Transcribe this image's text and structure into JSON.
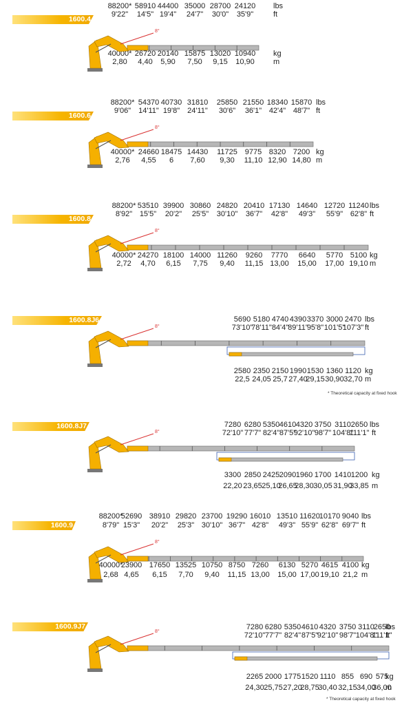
{
  "sections": [
    {
      "model": "1600.4",
      "lbs": [
        "88200*",
        "58910",
        "44400",
        "35000",
        "28700",
        "24120"
      ],
      "ft": [
        "9'22\"",
        "14'5\"",
        "19'4\"",
        "24'7\"",
        "30'0\"",
        "35'9\""
      ],
      "kg": [
        "40000*",
        "26720",
        "20140",
        "15875",
        "13020",
        "10940"
      ],
      "m": [
        "2,80",
        "4,40",
        "5,90",
        "7,50",
        "9,15",
        "10,90"
      ],
      "angle": "8°",
      "units": {
        "lbs": "lbs",
        "ft": "ft",
        "kg": "kg",
        "m": "m"
      }
    },
    {
      "model": "1600.6",
      "lbs": [
        "88200*",
        "54370",
        "40730",
        "31810",
        "25850",
        "21550",
        "18340",
        "15870"
      ],
      "ft": [
        "9'06\"",
        "14'11\"",
        "19'8\"",
        "24'11\"",
        "30'6\"",
        "36'1\"",
        "42'4\"",
        "48'7\""
      ],
      "kg": [
        "40000*",
        "24660",
        "18475",
        "14430",
        "11725",
        "9775",
        "8320",
        "7200"
      ],
      "m": [
        "2,76",
        "4,55",
        "6",
        "7,60",
        "9,30",
        "11,10",
        "12,90",
        "14,80"
      ],
      "angle": "8°",
      "units": {
        "lbs": "lbs",
        "ft": "ft",
        "kg": "kg",
        "m": "m"
      }
    },
    {
      "model": "1600.8",
      "lbs": [
        "88200*",
        "53510",
        "39900",
        "30860",
        "24820",
        "20410",
        "17130",
        "14640",
        "12720",
        "11240"
      ],
      "ft": [
        "8'92\"",
        "15'5\"",
        "20'2\"",
        "25'5\"",
        "30'10\"",
        "36'7\"",
        "42'8\"",
        "49'3\"",
        "55'9\"",
        "62'8\""
      ],
      "kg": [
        "40000*",
        "24270",
        "18100",
        "14000",
        "11260",
        "9260",
        "7770",
        "6640",
        "5770",
        "5100"
      ],
      "m": [
        "2,72",
        "4,70",
        "6,15",
        "7,75",
        "9,40",
        "11,15",
        "13,00",
        "15,00",
        "17,00",
        "19,10"
      ],
      "angle": "8°",
      "units": {
        "lbs": "lbs",
        "ft": "ft",
        "kg": "kg",
        "m": "m"
      }
    },
    {
      "model": "1600.8J6",
      "lbs": [
        "5690",
        "5180",
        "4740",
        "4390",
        "3370",
        "3000",
        "2470"
      ],
      "ft": [
        "73'10\"",
        "78'11\"",
        "84'4\"",
        "89'11\"",
        "95'8\"",
        "101'5\"",
        "107'3\""
      ],
      "kg": [
        "2580",
        "2350",
        "2150",
        "1990",
        "1530",
        "1360",
        "1120"
      ],
      "m": [
        "22,5",
        "24,05",
        "25,7",
        "27,40",
        "29,15",
        "30,90",
        "32,70"
      ],
      "angle": "8°",
      "units": {
        "lbs": "lbs",
        "ft": "ft",
        "kg": "kg",
        "m": "m"
      },
      "note": "Theoretical capacity at fixed hook"
    },
    {
      "model": "1600.8J7",
      "lbs": [
        "7280",
        "6280",
        "5350",
        "4610",
        "4320",
        "3750",
        "3110",
        "2650"
      ],
      "ft": [
        "72'10\"",
        "77'7\"",
        "82'4\"",
        "87'5\"",
        "92'10\"",
        "98'7\"",
        "104'8\"",
        "111'1\""
      ],
      "kg": [
        "3300",
        "2850",
        "2425",
        "2090",
        "1960",
        "1700",
        "1410",
        "1200"
      ],
      "m": [
        "22,20",
        "23,65",
        "25,10",
        "26,65",
        "28,30",
        "30,05",
        "31,90",
        "33,85"
      ],
      "angle": "8°",
      "units": {
        "lbs": "lbs",
        "ft": "ft",
        "kg": "kg",
        "m": "m"
      }
    },
    {
      "model": "1600.9",
      "lbs": [
        "88200*",
        "52690",
        "38910",
        "29820",
        "23700",
        "19290",
        "16010",
        "13510",
        "11620",
        "10170",
        "9040"
      ],
      "ft": [
        "8'79\"",
        "15'3\"",
        "20'2\"",
        "25'3\"",
        "30'10\"",
        "36'7\"",
        "42'8\"",
        "49'3\"",
        "55'9\"",
        "62'8\"",
        "69'7\""
      ],
      "kg": [
        "40000*",
        "23900",
        "17650",
        "13525",
        "10750",
        "8750",
        "7260",
        "6130",
        "5270",
        "4615",
        "4100"
      ],
      "m": [
        "2,68",
        "4,65",
        "6,15",
        "7,70",
        "9,40",
        "11,15",
        "13,00",
        "15,00",
        "17,00",
        "19,10",
        "21,2"
      ],
      "angle": "8°",
      "units": {
        "lbs": "lbs",
        "ft": "ft",
        "kg": "kg",
        "m": "m"
      }
    },
    {
      "model": "1600.9J7",
      "lbs": [
        "7280",
        "6280",
        "5350",
        "4610",
        "4320",
        "3750",
        "3110",
        "2650"
      ],
      "ft": [
        "72'10\"",
        "77'7\"",
        "82'4\"",
        "87'5\"",
        "92'10\"",
        "98'7\"",
        "104'8\"",
        "111'1\""
      ],
      "kg": [
        "2265",
        "2000",
        "1775",
        "1520",
        "1110",
        "855",
        "690",
        "575"
      ],
      "m": [
        "24,30",
        "25,75",
        "27,20",
        "28,75",
        "30,40",
        "32,15",
        "34,00",
        "36,00"
      ],
      "angle": "8°",
      "units": {
        "lbs": "lbs",
        "ft": "ft",
        "kg": "kg",
        "m": "m"
      },
      "note": "Theoretical capacity at fixed hook"
    }
  ],
  "colors": {
    "tag": "#f6b400",
    "crane": "#f5b000",
    "boom": "#b7b7b7",
    "angle": "#d93030",
    "frame": "#3a5fb0"
  },
  "icons": [
    "crane-diagram-icon",
    "angle-line-icon"
  ]
}
